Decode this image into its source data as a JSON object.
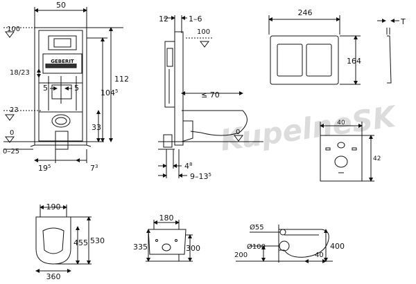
{
  "watermark": "KupelneSK",
  "frame_front": {
    "brand": "GEBERIT",
    "dims": {
      "width": "50",
      "level_top": "100",
      "height_total": "112",
      "height_mid": "104",
      "height_mid_sup": "5",
      "flush_pair": "18/23",
      "offset_left": "5",
      "offset_right": "5",
      "level_23": "23",
      "height_33": "33",
      "level_0": "0",
      "level_neg": "0–25",
      "bottom_left": "19",
      "bottom_left_sup": "5",
      "bottom_right": "7",
      "bottom_right_sup": "3"
    }
  },
  "frame_side": {
    "dims": {
      "top_a": "12",
      "top_b": "1–6",
      "level_top": "100",
      "depth_max": "≤ 70",
      "level_0": "0",
      "bottom_a": "4",
      "bottom_a_sup": "8",
      "bottom_b": "9–13",
      "bottom_b_sup": "5"
    }
  },
  "flush_plate": {
    "width": "246",
    "height": "164",
    "thickness": "T"
  },
  "seal_plate": {
    "width": "40",
    "height": "42"
  },
  "wc_top": {
    "seat_width": "190",
    "length_inner": "455",
    "length_outer": "530",
    "bottom_width": "360"
  },
  "wc_rear": {
    "top_width": "180",
    "left_height": "335",
    "right_height": "300"
  },
  "wc_side": {
    "dia_top": "Ø55",
    "dia_main": "Ø100",
    "height_200": "200",
    "height_400": "400",
    "offset_40": "40"
  }
}
